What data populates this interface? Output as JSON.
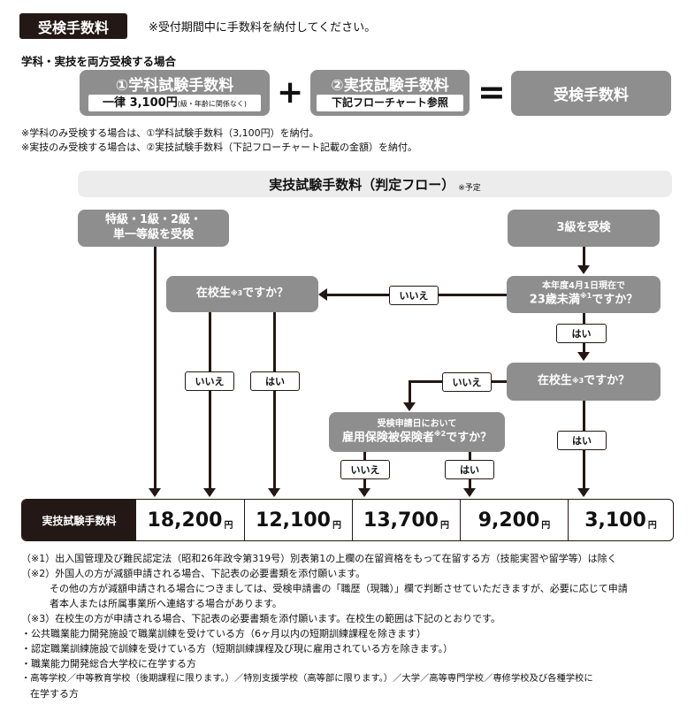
{
  "header": {
    "badge": "受検手数料",
    "note": "※受付期間中に手数料を納付してください。"
  },
  "both_section": {
    "heading": "学科・実技を両方受検する場合",
    "academic_title": "①学科試験手数料",
    "academic_amount": "一律 3,100円",
    "academic_amount_note": "(級・年齢に関係なく)",
    "plus": "+",
    "practical_title": "②実技試験手数料",
    "practical_sub": "下記フローチャート参照",
    "equals": "=",
    "total": "受検手数料"
  },
  "notes": [
    "※学科のみ受検する場合は、①学科試験手数料（3,100円）を納付。",
    "※実技のみ受検する場合は、②実技試験手数料（下記フローチャート記載の金額）を納付。"
  ],
  "flow": {
    "header": "実技試験手数料（判定フロー）",
    "header_note": "※予定",
    "node_special": "特級・1級・2級・\n単一等級を受検",
    "node_grade3": "3級を受検",
    "node_student_left_a": "在校生",
    "node_student_left_sup": "※3",
    "node_student_left_b": "ですか？",
    "node_age_a": "本年度4月1日現在で",
    "node_age_b": "23歳未満",
    "node_age_sup": "※1",
    "node_age_c": "ですか？",
    "node_student_right_a": "在校生",
    "node_student_right_sup": "※3",
    "node_student_right_b": "ですか？",
    "node_insured_a": "受検申請日において",
    "node_insured_b": "雇用保険被保険者",
    "node_insured_sup": "※2",
    "node_insured_c": "ですか？",
    "yes": "はい",
    "no": "いいえ"
  },
  "results": {
    "label": "実技試験手数料",
    "unit": "円",
    "values": [
      "18,200",
      "12,100",
      "13,700",
      "9,200",
      "3,100"
    ]
  },
  "footnotes": [
    "（※1）出入国管理及び難民認定法（昭和26年政令第319号）別表第1の上欄の在留資格をもって在留する方（技能実習や留学等）は除く",
    "（※2）外国人の方が減額申請される場合、下記表の必要書類を添付願います。",
    "その他の方が減額申請される場合につきましては、受検申請書の「職歴（現職）」欄で判断させていただきますが、必要に応じて申請",
    "者本人または所属事業所へ連絡する場合があります。",
    "（※3）在校生の方が申請される場合、下記表の必要書類を添付願います。在校生の範囲は下記のとおりです。",
    "・公共職業能力開発施設で職業訓練を受けている方（6ヶ月以内の短期訓練課程を除きます）",
    "・認定職業訓練施設で訓練を受けている方（短期訓練課程及び現に雇用されている方を除きます。）",
    "・職業能力開発総合大学校に在学する方",
    "・高等学校／中等教育学校（後期課程に限ります。）／特別支援学校（高等部に限ります。）／大学／高等専門学校／専修学校及び各種学校に",
    "在学する方"
  ]
}
